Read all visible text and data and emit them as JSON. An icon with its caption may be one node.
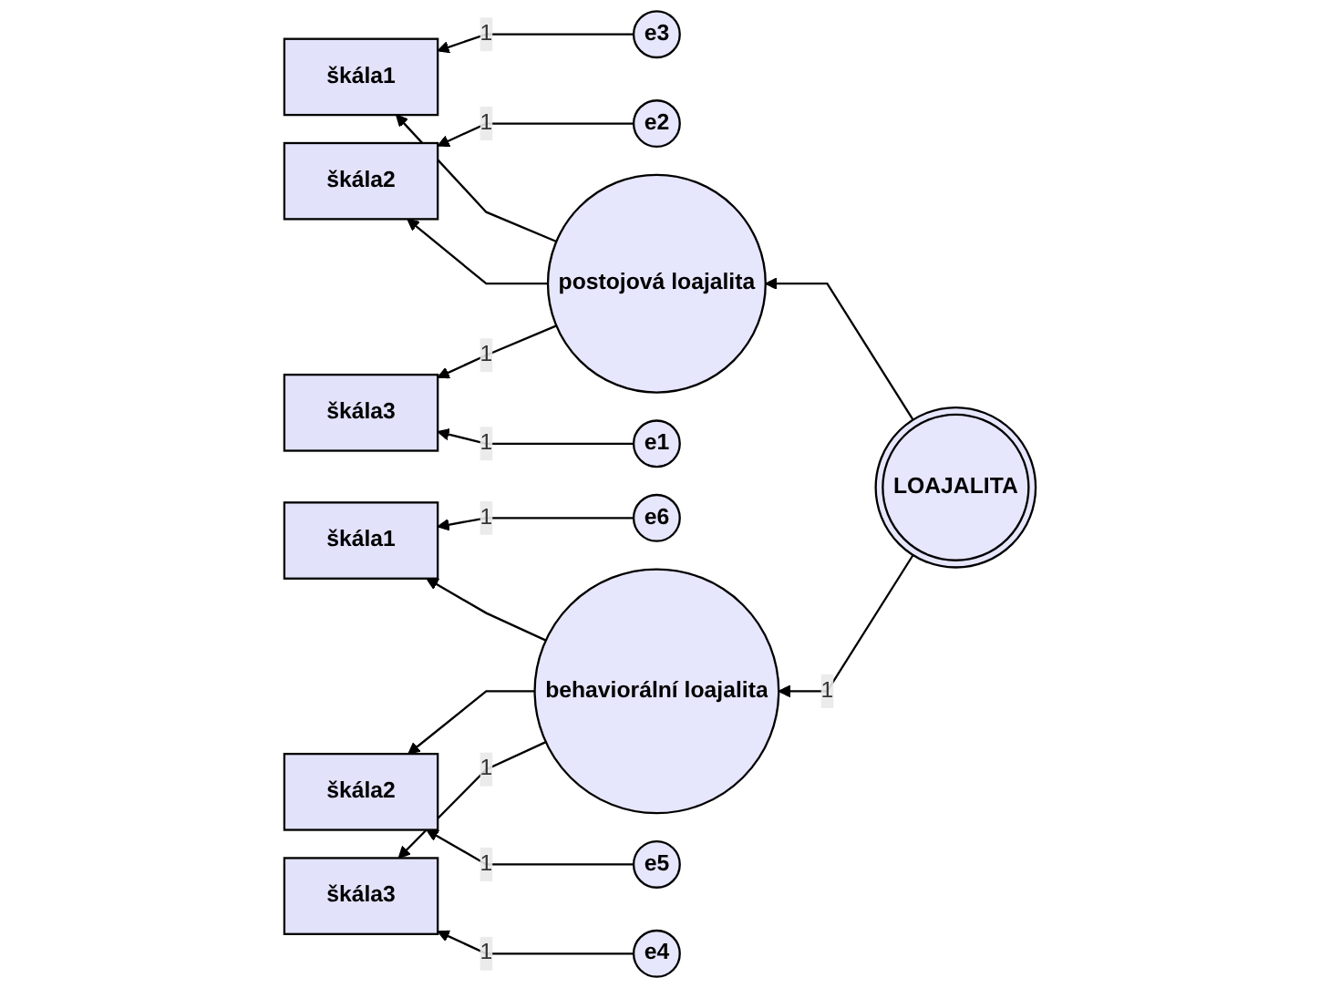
{
  "diagram": {
    "nodes": [
      {
        "text": [
          "e3"
        ]
      },
      {
        "text": [
          "škála1"
        ]
      },
      {
        "text": [
          "e2"
        ]
      },
      {
        "text": [
          "škála2"
        ]
      },
      {
        "text": [
          "postojová loajalita"
        ]
      },
      {
        "text": [
          "e1"
        ]
      },
      {
        "text": [
          "škála3"
        ]
      },
      {
        "text": [
          "LOAJALITA"
        ]
      },
      {
        "text": [
          "e6"
        ]
      },
      {
        "text": [
          "škála1"
        ]
      },
      {
        "text": [
          "behaviorální loajalita"
        ]
      },
      {
        "text": [
          "e5"
        ]
      },
      {
        "text": [
          "škála2"
        ]
      },
      {
        "text": [
          "e4"
        ]
      },
      {
        "text": [
          "škála3"
        ]
      }
    ],
    "edges": [
      {
        "from": 0,
        "to": 1,
        "arrow": "to",
        "label": "1"
      },
      {
        "from": 2,
        "to": 3,
        "arrow": "to",
        "label": "1"
      },
      {
        "from": 5,
        "to": 6,
        "arrow": "to",
        "label": "1"
      },
      {
        "from": 4,
        "to": 1,
        "arrow": "to"
      },
      {
        "from": 4,
        "to": 3,
        "arrow": "to"
      },
      {
        "from": 4,
        "to": 6,
        "arrow": "to",
        "label": "1"
      },
      {
        "from": 7,
        "to": 4,
        "arrow": "to"
      },
      {
        "from": 7,
        "to": 10,
        "arrow": "to",
        "label": "1"
      },
      {
        "from": 8,
        "to": 9,
        "arrow": "to",
        "label": "1"
      },
      {
        "from": 11,
        "to": 12,
        "arrow": "to",
        "label": "1"
      },
      {
        "from": 13,
        "to": 14,
        "arrow": "to",
        "label": "1"
      },
      {
        "from": 10,
        "to": 9,
        "arrow": "to"
      },
      {
        "from": 10,
        "to": 12,
        "arrow": "to"
      },
      {
        "from": 10,
        "to": 14,
        "arrow": "to",
        "label": "1"
      }
    ]
  }
}
